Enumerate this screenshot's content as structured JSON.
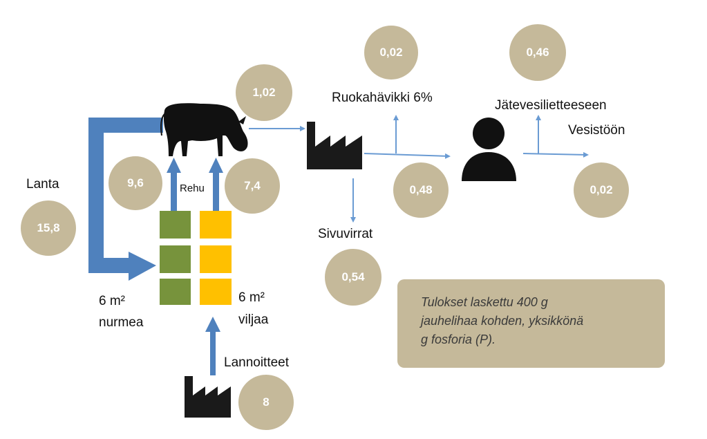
{
  "labels": {
    "lanta": "Lanta",
    "rehu": "Rehu",
    "nurmea_area": "6 m²",
    "nurmea": "nurmea",
    "viljaa_area": "6 m²",
    "viljaa": "viljaa",
    "lannoitteet": "Lannoitteet",
    "sivuvirrat": "Sivuvirrat",
    "ruokahavikki": "Ruokahävikki 6%",
    "jatevesilietteeseen": "Jätevesilietteeseen",
    "vesistoon": "Vesistöön"
  },
  "values": {
    "lanta": "15,8",
    "nurmi_rehu": "9,6",
    "vilja_rehu": "7,4",
    "cow_to_factory": "1,02",
    "ruokahavikki": "0,02",
    "factory_to_consumer": "0,48",
    "sivuvirrat": "0,54",
    "jatevesiliete": "0,46",
    "vesistoon": "0,02",
    "lannoitteet": "8"
  },
  "note": {
    "line1": "Tulokset laskettu 400 g",
    "line2": "jauhelihaa kohden, yksikkönä",
    "line3": "g fosforia (P)."
  },
  "colors": {
    "circle": "#c5b99a",
    "arrow_blue": "#4f81bd",
    "thin_arrow": "#6a9bd3",
    "grass_green": "#77933c",
    "grain_yellow": "#ffc000",
    "icon_black": "#1a1a1a"
  }
}
